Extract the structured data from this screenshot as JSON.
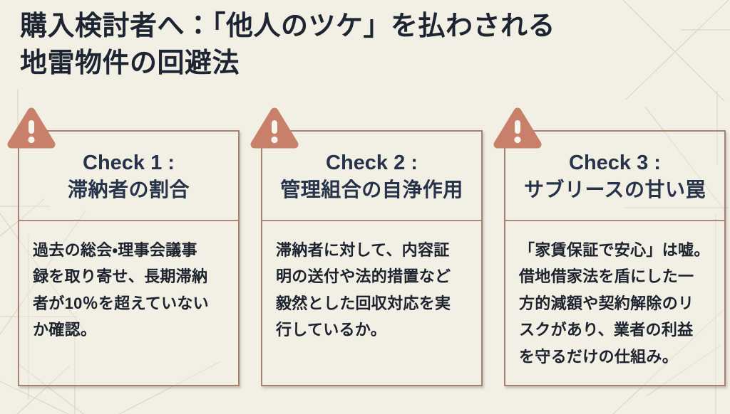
{
  "page": {
    "title": "購入検討者へ：「他人のツケ」を払わされる\n地雷物件の回避法"
  },
  "colors": {
    "background": "#f2efe5",
    "accent_warning": "#c9806a",
    "card_border": "#a3836f",
    "heading_text": "#26334a",
    "body_text": "#1c222e",
    "pattern_line": "#d9d2c1"
  },
  "cards": [
    {
      "icon": "warning-triangle-icon",
      "label_en": "Check 1 :",
      "label_ja": "滞納者の割合",
      "body": "過去の総会・理事会議事\n録を取り寄せ、長期滞納\n者が10％を超えていない\nか確認。"
    },
    {
      "icon": "warning-triangle-icon",
      "label_en": "Check 2 :",
      "label_ja": "管理組合の自浄作用",
      "body": "滞納者に対して、内容証\n明の送付や法的措置など\n毅然とした回収対応を実\n行しているか。"
    },
    {
      "icon": "warning-triangle-icon",
      "label_en": "Check 3 :",
      "label_ja": "サブリースの甘い罠",
      "body": "「家賃保証で安心」は嘘。\n借地借家法を盾にした一\n方的減額や契約解除のリ\nスクがあり、業者の利益\nを守るだけの仕組み。"
    }
  ]
}
